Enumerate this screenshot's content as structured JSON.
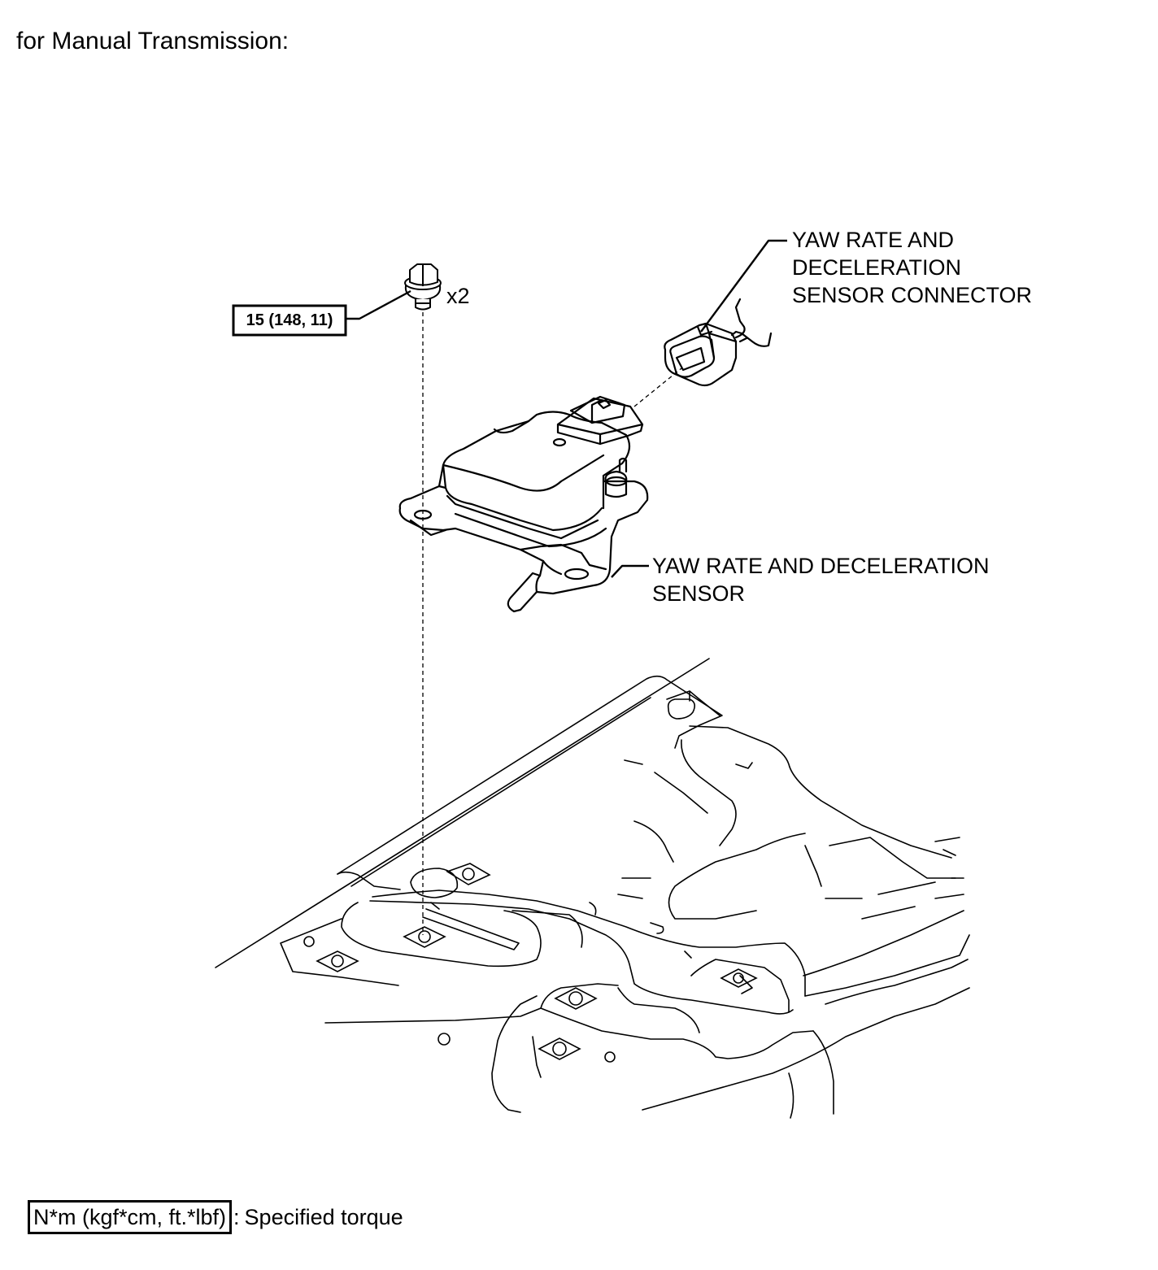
{
  "heading": "for Manual Transmission:",
  "torque_spec": "15 (148, 11)",
  "bolt_qty": "x2",
  "connector_label": [
    "YAW RATE AND",
    "DECELERATION",
    "SENSOR CONNECTOR"
  ],
  "sensor_label": [
    "YAW RATE AND DECELERATION",
    "SENSOR"
  ],
  "legend": {
    "unit_box": "N*m (kgf*cm, ft.*lbf)",
    "separator": ":",
    "description": "Specified torque"
  }
}
